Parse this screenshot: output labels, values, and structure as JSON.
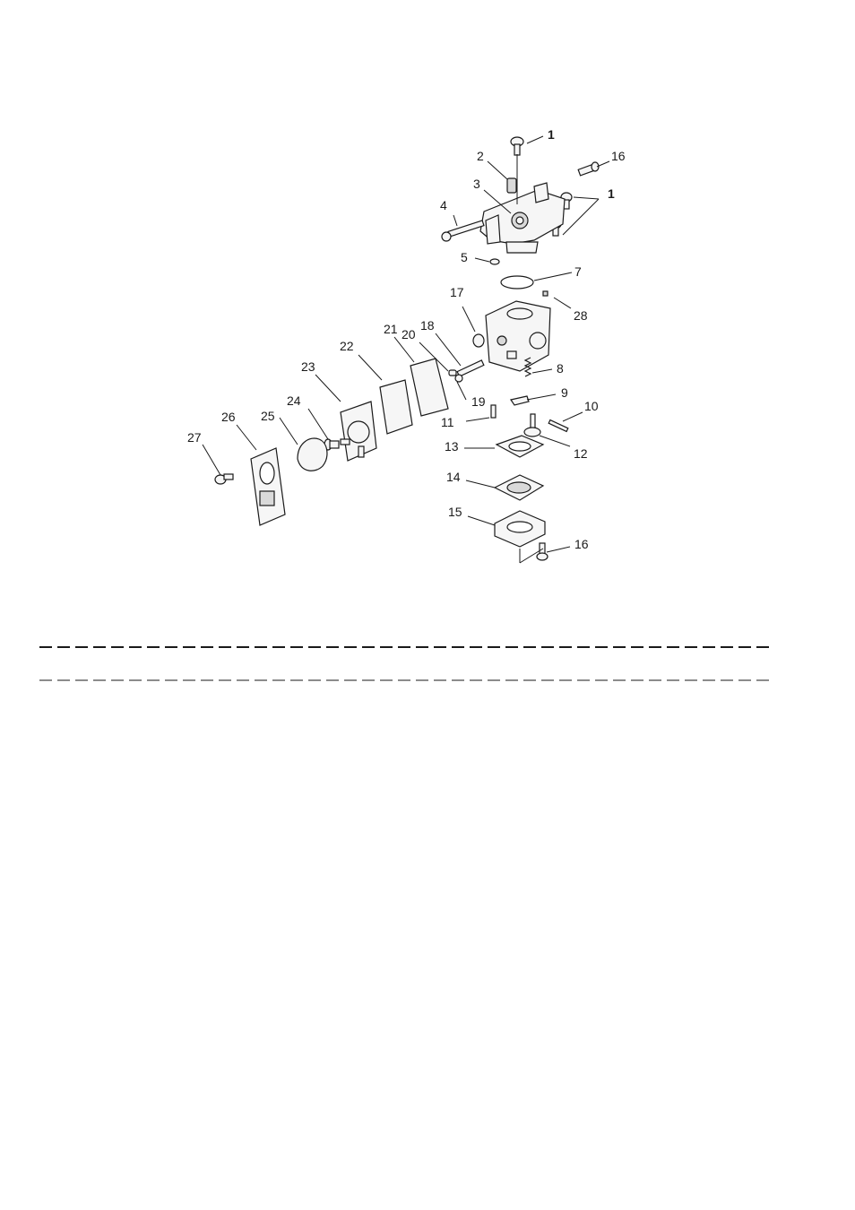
{
  "diagram": {
    "part_labels": [
      "1",
      "2",
      "16",
      "3",
      "1",
      "4",
      "5",
      "7",
      "17",
      "28",
      "18",
      "21",
      "20",
      "22",
      "8",
      "23",
      "19",
      "9",
      "10",
      "24",
      "25",
      "11",
      "26",
      "12",
      "13",
      "27",
      "14",
      "15",
      "16"
    ]
  }
}
